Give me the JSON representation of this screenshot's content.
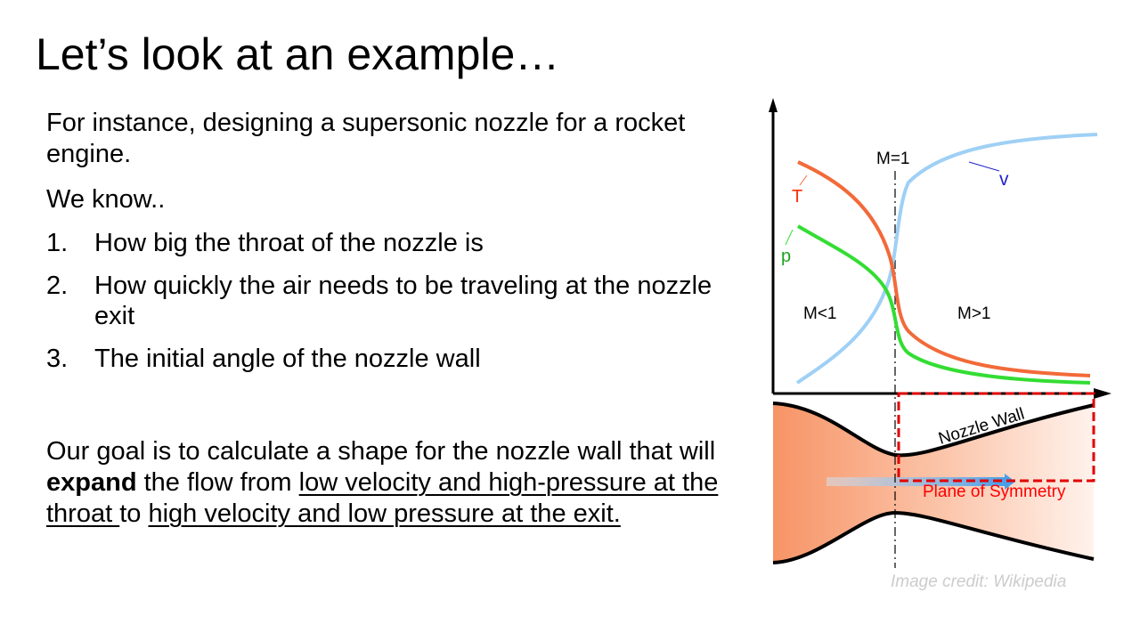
{
  "slide": {
    "title": "Let’s look at an example…",
    "intro": "For instance, designing a supersonic nozzle for a rocket engine.",
    "we_know": "We know..",
    "list": [
      {
        "num": "1.",
        "text": "How big the throat of the nozzle is"
      },
      {
        "num": "2.",
        "text": "How quickly the air needs to be traveling at the nozzle exit"
      },
      {
        "num": "3.",
        "text": "The initial angle of the nozzle wall"
      }
    ],
    "goal": {
      "part1": "Our goal is to calculate a shape for the nozzle wall that will ",
      "bold": "expand",
      "part2": " the flow from ",
      "underline1": "low velocity and high-pressure at the throat ",
      "part3": "to ",
      "underline2": "high velocity and low pressure at the exit."
    },
    "credit": "Image credit: Wikipedia"
  },
  "diagram": {
    "labels": {
      "mach1": "M=1",
      "subsonic": "M<1",
      "supersonic": "M>1",
      "temperature": "T",
      "pressure": "p",
      "velocity": "v",
      "wall": "Nozzle Wall",
      "symmetry": "Plane of Symmetry"
    },
    "colors": {
      "temperature": "#f26a3a",
      "pressure": "#33dd33",
      "velocity": "#9fd0f5",
      "highlight_box": "#e00000",
      "nozzle_fill": "#f79466",
      "symmetry_label": "#ff0000",
      "velocity_label": "#2222cc"
    }
  }
}
